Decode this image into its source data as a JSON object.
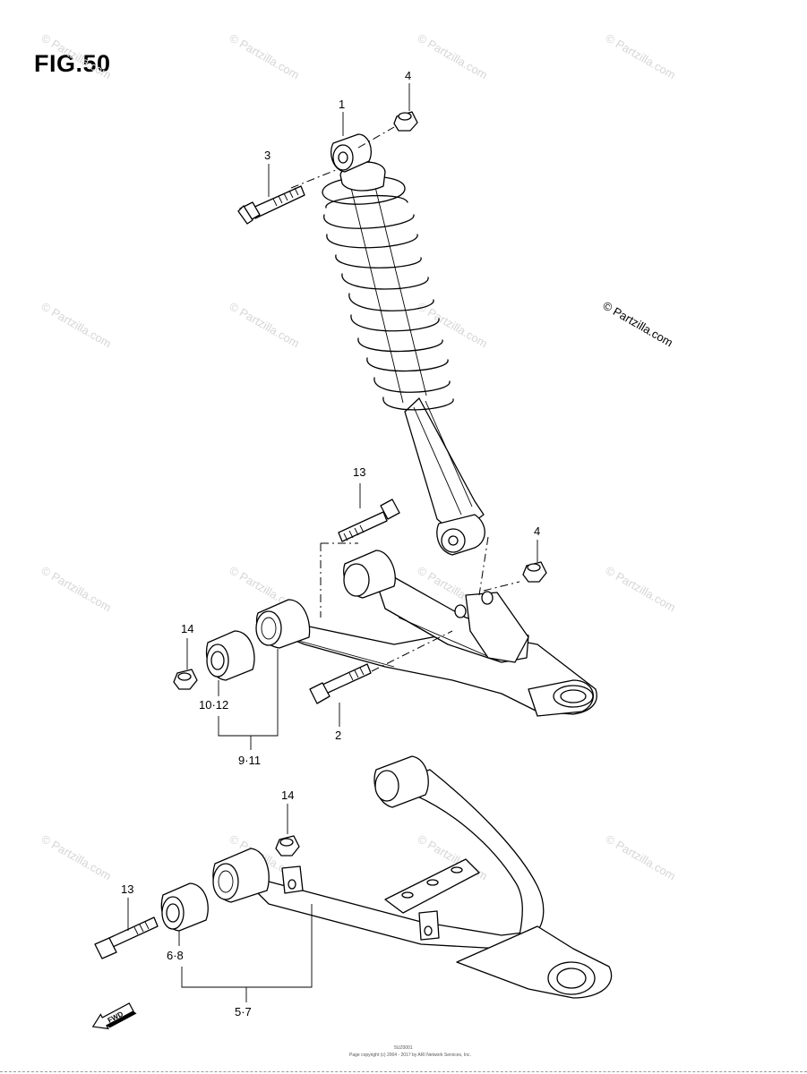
{
  "figure": {
    "title": "FIG.50",
    "copyright_mark": "© Partzilla.com",
    "watermark_text": "© Partzilla.com",
    "fwd_label": "FWD",
    "footer_line1": "5UZ0001",
    "footer_line2": "Page copyright (c) 2004 - 2017 by ARI Network Services, Inc."
  },
  "callouts": {
    "c1": "1",
    "c2": "2",
    "c3": "3",
    "c4a": "4",
    "c4b": "4",
    "c5_7": "5·7",
    "c6_8": "6·8",
    "c9_11": "9·11",
    "c10_12": "10·12",
    "c13a": "13",
    "c13b": "13",
    "c14a": "14",
    "c14b": "14"
  },
  "colors": {
    "line": "#000000",
    "watermark": "#d6d6d6",
    "background": "#ffffff"
  }
}
